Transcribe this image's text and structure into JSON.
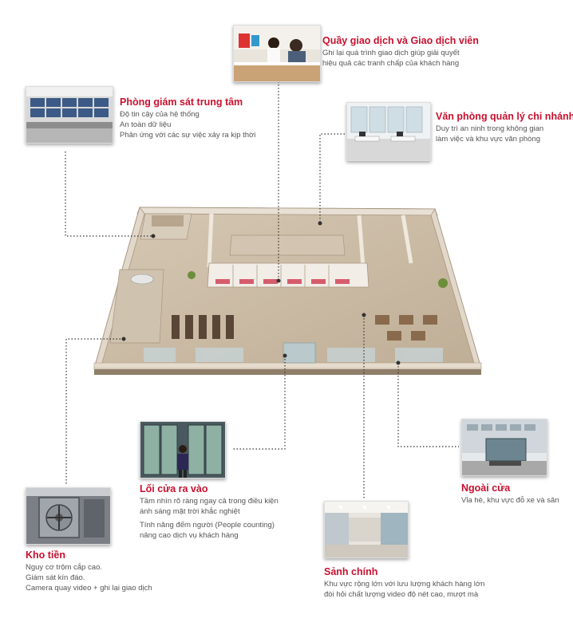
{
  "colors": {
    "title_red": "#c8102e",
    "text_gray": "#555555",
    "floor": "#c9b9a3",
    "wall_top": "#e8e0d4",
    "wall_side": "#a89680",
    "dotted_line": "#333333"
  },
  "callouts": {
    "teller": {
      "title": "Quầy giao dịch và Giao dịch viên",
      "lines": [
        "Ghi lại quá trình giao dịch giúp giải quyết",
        "hiệu quả các tranh chấp của khách hàng"
      ],
      "icon": "teller-counter-photo"
    },
    "monitoring": {
      "title": "Phòng giám sát trung tâm",
      "lines": [
        "Độ tin cậy của hệ thống",
        "An toàn dữ liệu",
        "Phản ứng với các sự việc xảy ra kịp thời"
      ],
      "icon": "control-room-photo"
    },
    "office": {
      "title": "Văn phòng quản lý chi nhánh",
      "lines": [
        "Duy trì an ninh trong không gian",
        "làm việc và khu vực văn phòng"
      ],
      "icon": "office-photo"
    },
    "entrance": {
      "title": "Lối cửa ra vào",
      "lines": [
        "Tầm nhìn rõ ràng ngay cả trong điều kiện",
        "ánh sáng mặt trời khắc nghiệt"
      ],
      "lines2": [
        "Tính năng đếm người (People counting)",
        "nâng cao dịch vụ khách hàng"
      ],
      "icon": "entrance-photo"
    },
    "outside": {
      "title": "Ngoài cửa",
      "lines": [
        "Vỉa hè, khu vực đỗ xe và sân"
      ],
      "icon": "building-exterior-photo"
    },
    "vault": {
      "title": "Kho tiền",
      "lines": [
        "Nguy cơ trộm cắp cao.",
        "Giám sát kín đáo.",
        "Camera quay video + ghi lại giao dịch"
      ],
      "icon": "vault-door-photo"
    },
    "lobby": {
      "title": "Sảnh chính",
      "lines": [
        "Khu vực rộng lớn với lưu lượng khách hàng lớn",
        "đòi hỏi chất lượng video độ nét cao, mượt mà"
      ],
      "icon": "lobby-photo"
    }
  }
}
